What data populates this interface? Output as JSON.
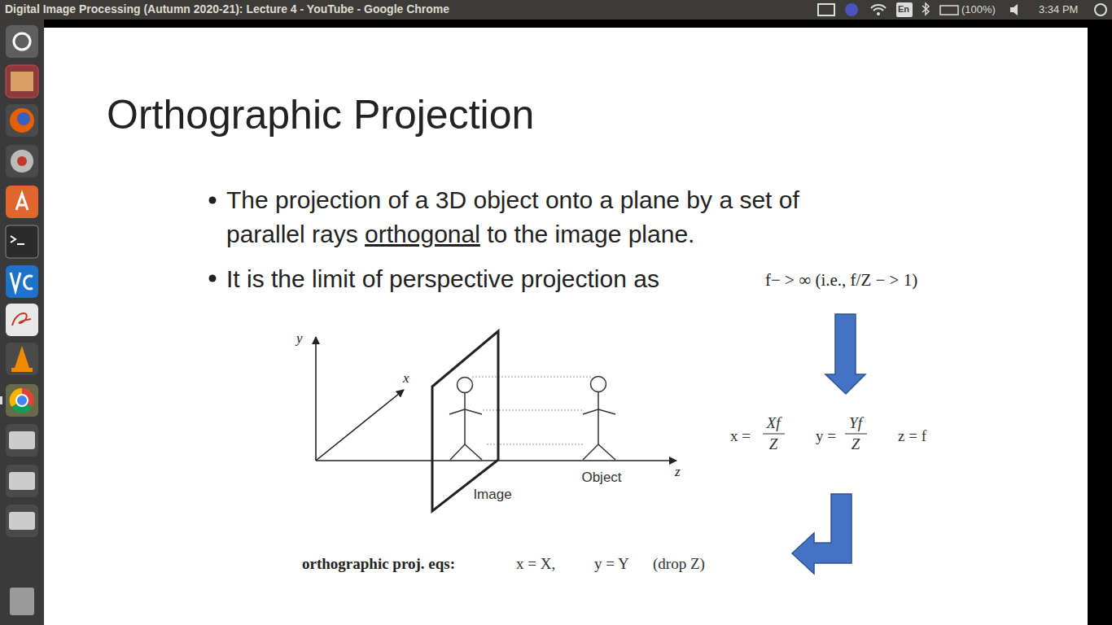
{
  "diagram": {
    "title": "Orthographic Projection",
    "labels": [
      "Digital Image Processing (Autumn 2020-21): Lecture 4 - YouTube - Google Chrome",
      "En",
      "(100%)",
      "3:34 PM",
      "The projection of a 3D object onto a plane by a set of parallel rays",
      "orthogonal",
      "to the image plane.",
      "It is the limit of perspective projection as",
      "f− > ∞ (i.e., f/Z − > 1)",
      "y",
      "x",
      "z",
      "Image",
      "Object",
      "x =",
      "Xf",
      "Z",
      "y =",
      "Yf",
      "Z",
      "z = f",
      "orthographic proj. eqs:",
      "x = X,",
      "y = Y",
      "(drop Z)"
    ]
  }
}
